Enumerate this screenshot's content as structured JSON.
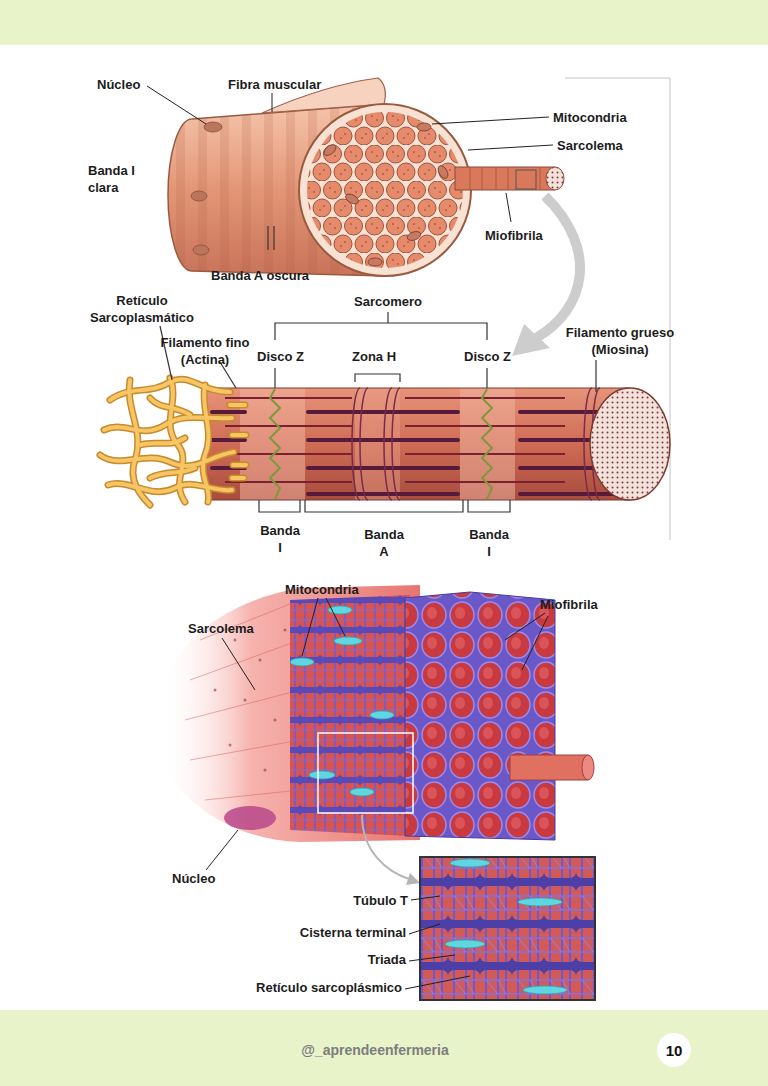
{
  "diagram": {
    "nodes": [
      {
        "text": [
          "10"
        ]
      }
    ],
    "labels": [
      "Núcleo",
      "Fibra muscular",
      "Mitocondria",
      "Sarcolema",
      "Banda I clara",
      "Miofibrila",
      "Banda A oscura",
      "Retículo Sarcoplasmático",
      "Sarcomero",
      "Filamento fino (Actina)",
      "Disco Z",
      "Zona H",
      "Disco Z",
      "Filamento grueso (Miosina)",
      "Banda I",
      "Banda A",
      "Banda I",
      "Mitocondria",
      "Sarcolema",
      "Miofibrila",
      "Núcleo",
      "Túbulo T",
      "Cisterna terminal",
      "Triada",
      "Retículo sarcoplásmico",
      "@_aprendeenfermeria"
    ]
  }
}
